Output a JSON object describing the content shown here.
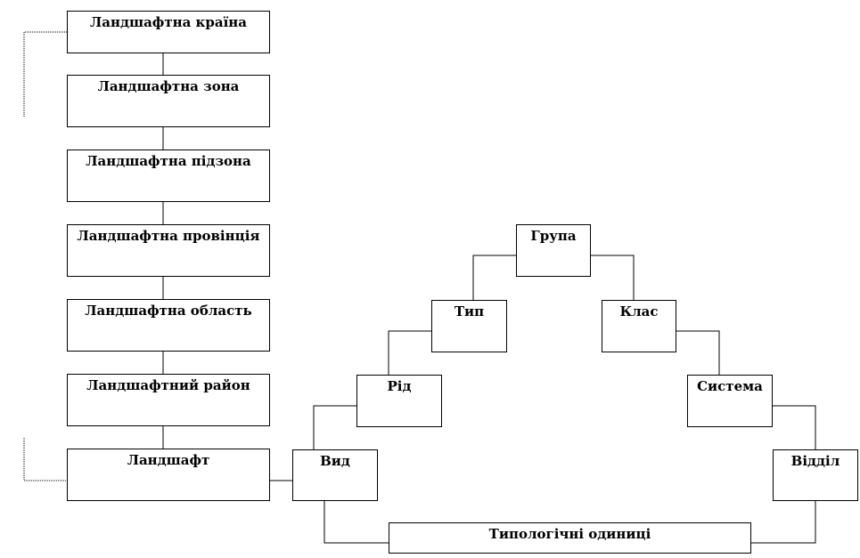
{
  "hierarchy": {
    "levels": [
      "Ландшафтна країна",
      "Ландшафтна зона",
      "Ландшафтна підзона",
      "Ландшафтна провінція",
      "Ландшафтна область",
      "Ландшафтний район",
      "Ландшафт"
    ]
  },
  "typology": {
    "group": "Група",
    "type": "Тип",
    "class": "Клас",
    "genus": "Рід",
    "system": "Система",
    "species": "Вид",
    "division": "Відділ",
    "units": "Типологічні одиниці"
  }
}
